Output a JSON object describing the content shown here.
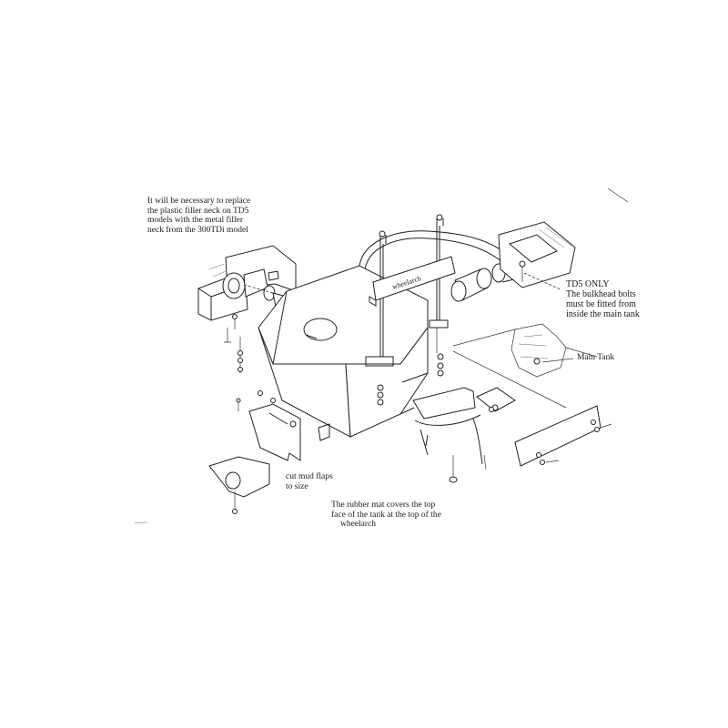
{
  "annotations": {
    "filler_neck": [
      "It will be necessary to replace",
      "the plastic filler neck on TD5",
      "models with the metal filler",
      "neck from the 300TDi model"
    ],
    "td5_only": [
      "TD5 ONLY",
      "The bulkhead bolts",
      "must be fitted from",
      "inside the main tank"
    ],
    "main_tank": "Main Tank",
    "mud_flaps": [
      "cut mud flaps",
      "to size"
    ],
    "rubber_mat": [
      "The rubber mat covers the top",
      "face of the tank at the top of the",
      "wheelarch"
    ],
    "strap_label": "wheelarch"
  }
}
